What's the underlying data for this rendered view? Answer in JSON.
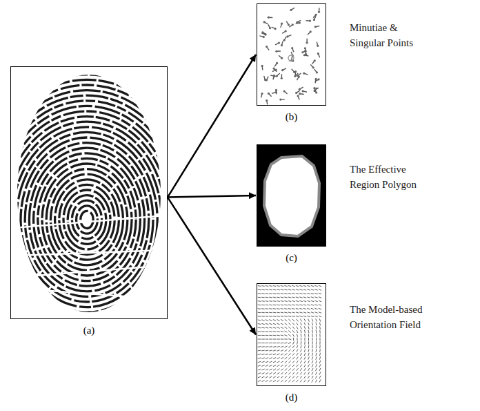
{
  "diagram": {
    "nodes": [
      {
        "text": [
          "(a)"
        ]
      },
      {
        "text": [
          "(b)"
        ]
      },
      {
        "text": [
          "(c)"
        ]
      },
      {
        "text": [
          "(d)"
        ]
      }
    ],
    "edges": [
      {
        "from": 0,
        "to": 1,
        "arrow": "to"
      },
      {
        "from": 0,
        "to": 2,
        "arrow": "to"
      },
      {
        "from": 0,
        "to": 3,
        "arrow": "to"
      }
    ],
    "labels": [
      "Minutiae & Singular Points",
      "The Effective Region Polygon",
      "The Model-based Orientation Field"
    ]
  }
}
